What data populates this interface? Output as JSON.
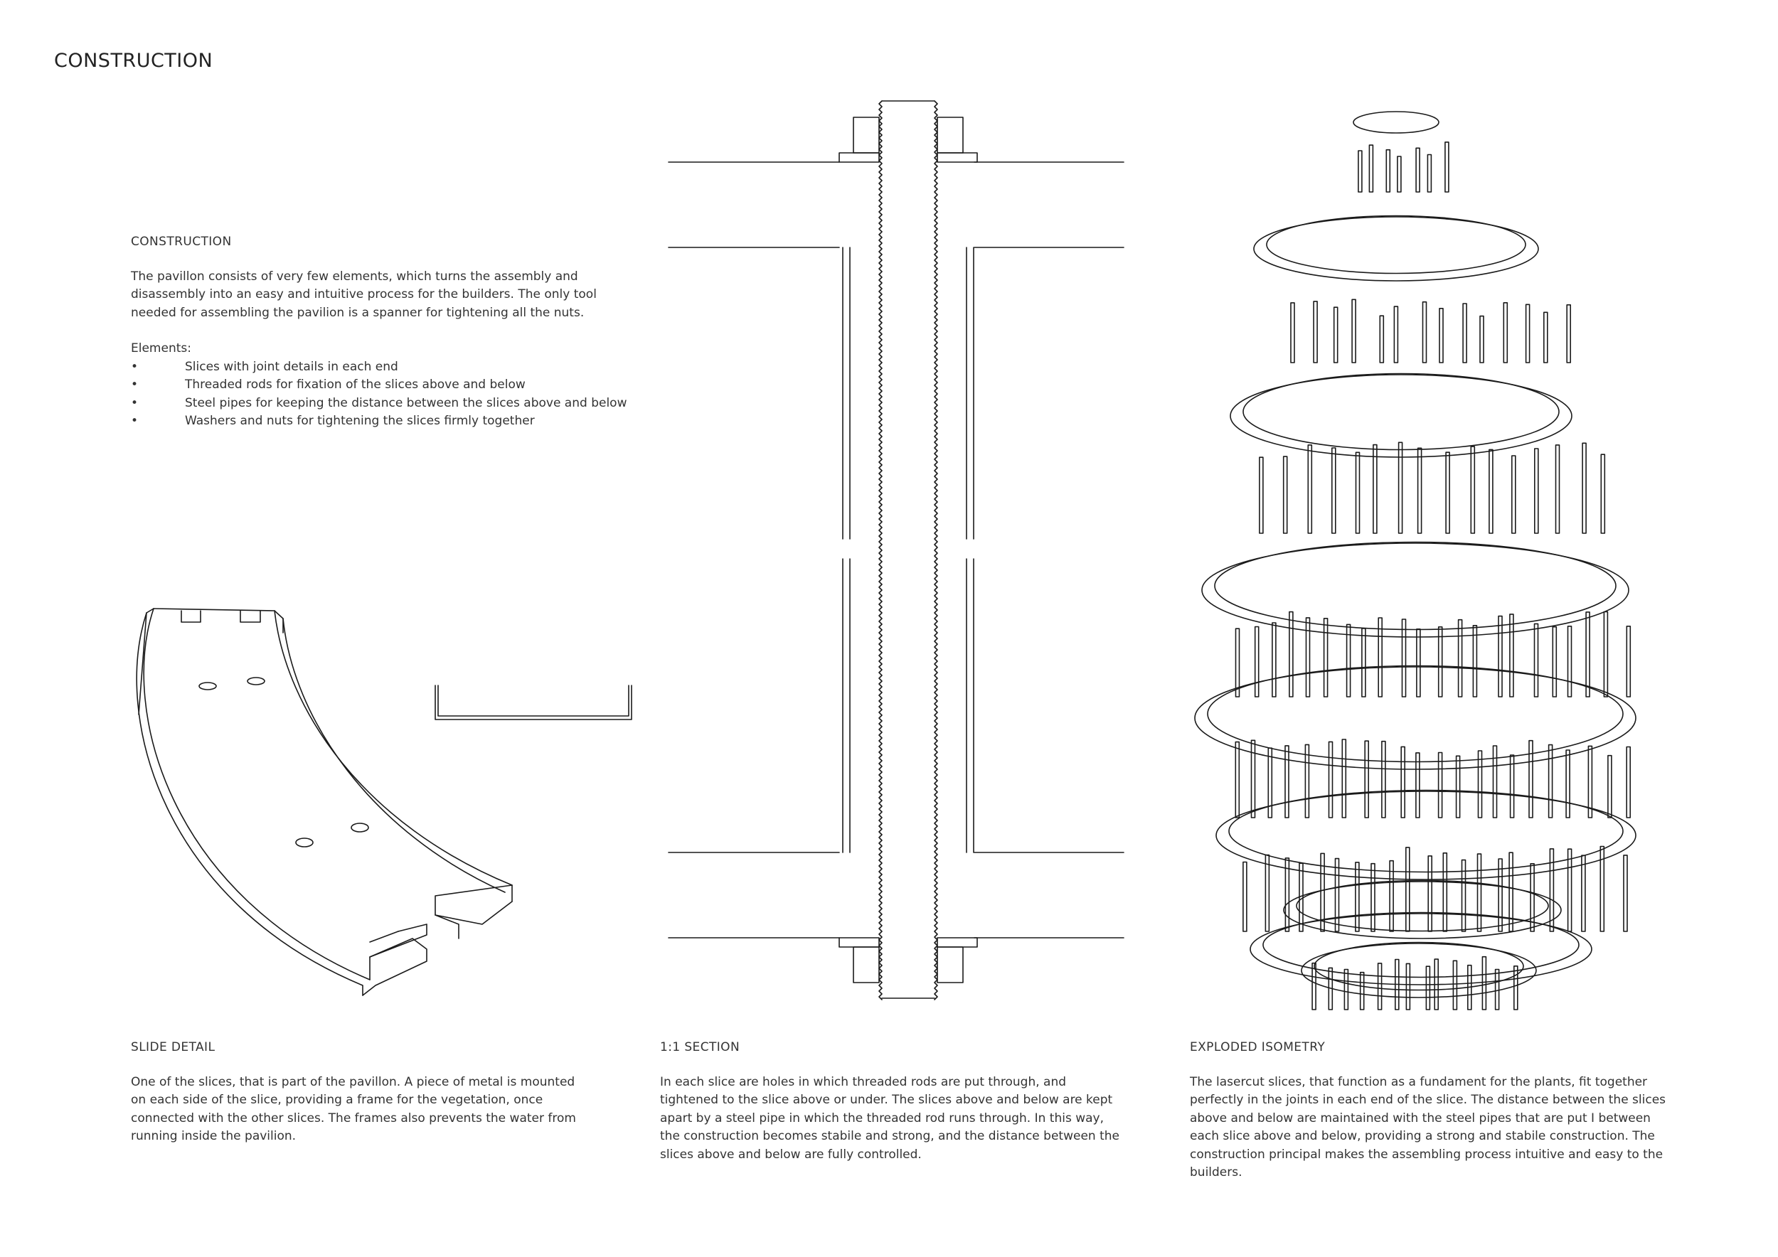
{
  "page": {
    "title": "CONSTRUCTION"
  },
  "intro": {
    "heading": "CONSTRUCTION",
    "body": "The pavillon consists of very few elements, which turns the assembly and disassembly into an easy and intuitive process for the builders. The only tool needed for assembling the pavilion is a spanner for tightening all the nuts.",
    "elements_label": "Elements:",
    "elements": [
      "Slices with joint details in each end",
      "Threaded rods for fixation of the slices above and below",
      "Steel pipes for keeping the distance between the slices above and below",
      "Washers and nuts for tightening the slices firmly together"
    ]
  },
  "captions": {
    "slide": {
      "heading": "SLIDE DETAIL",
      "body": "One of the slices, that is part of the pavillon. A piece of metal is mounted on each side of the slice, providing a frame for the vegetation, once connected with the other slices. The frames also prevents the water from running inside the pavilion."
    },
    "section": {
      "heading": "1:1 SECTION",
      "body": "In each slice are holes in which threaded rods are put through, and tightened to the slice above or under. The slices above and below are kept apart by a steel pipe in which the threaded rod runs through. In this way, the construction becomes stabile and strong, and the distance between the slices above and below are fully controlled."
    },
    "isometry": {
      "heading": "EXPLODED ISOMETRY",
      "body": "The lasercut slices, that function as a fundament for the plants, fit together perfectly in the joints in each end of the slice. The distance between the slices above and below are maintained with the steel pipes that are put I between each slice above and below, providing a strong and stabile construction. The construction principal makes the assembling process intuitive and easy to the builders."
    }
  },
  "style": {
    "line_color": "#1a1a1a",
    "text_color": "#333333"
  }
}
